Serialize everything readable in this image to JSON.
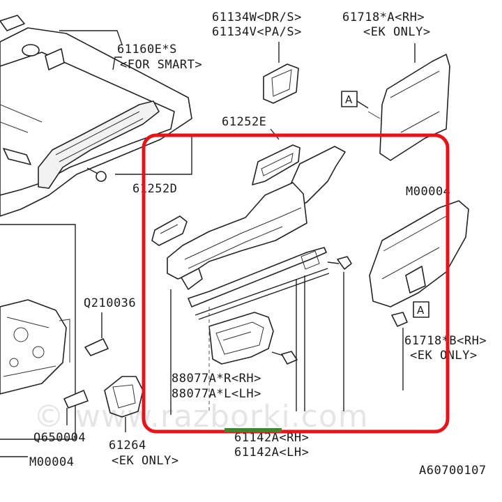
{
  "labels": {
    "p61134w": "61134W<DR/S>",
    "p61134v": "61134V<PA/S>",
    "p61718a": "61718*A<RH>",
    "p61718a_note": "<EK ONLY>",
    "p61160e": "61160E*S",
    "p61160e_note": "<FOR SMART>",
    "p61252e": "61252E",
    "p61252d": "61252D",
    "m00004_top": "M00004",
    "q210036": "Q210036",
    "p61718b": "61718*B<RH>",
    "p61718b_note": "<EK ONLY>",
    "p88077a_rh": "88077A*R<RH>",
    "p88077a_lh": "88077A*L<LH>",
    "p61142a_rh": "61142A<RH>",
    "p61142a_lh": "61142A<LH>",
    "q650004": "Q650004",
    "p61264": "61264",
    "p61264_note": "<EK ONLY>",
    "m00004_bottom": "M00004",
    "ref_a_top": "A",
    "ref_a_right": "A",
    "figure_code": "A60700107"
  },
  "watermark": "© www.razborki.com",
  "colors": {
    "highlight": "#e3151b",
    "accent_bar": "#3a8a2a",
    "line": "#222222"
  }
}
